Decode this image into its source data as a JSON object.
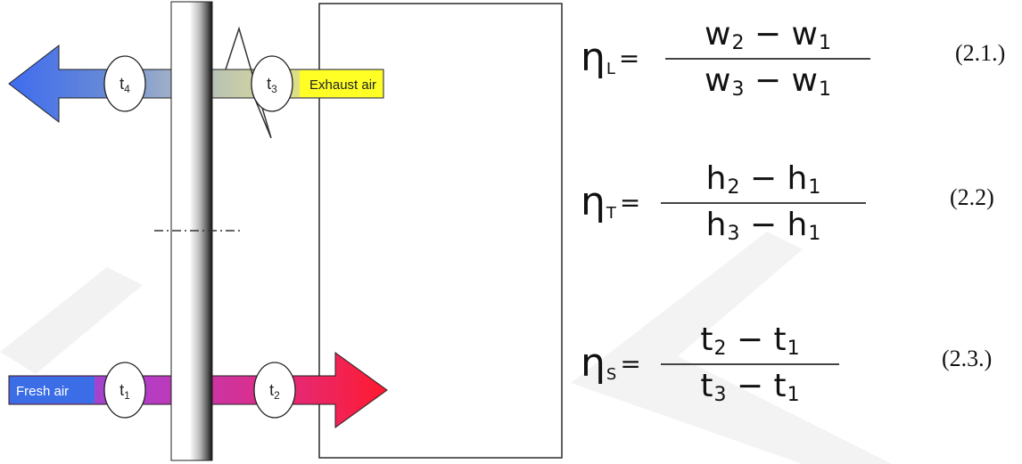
{
  "diagram": {
    "exhaust_label": "Exhaust air",
    "fresh_label": "Fresh air",
    "sensors": {
      "t4": {
        "letter": "t",
        "index": "4"
      },
      "t3": {
        "letter": "t",
        "index": "3"
      },
      "t1": {
        "letter": "t",
        "index": "1"
      },
      "t2": {
        "letter": "t",
        "index": "2"
      }
    },
    "colors": {
      "exhaust_blue": "#3f6cf0",
      "exhaust_label_bg": "#ffff26",
      "fresh_label_bg": "#3b6de6",
      "fresh_red": "#ff1a2e",
      "purple": "#9a40d8"
    }
  },
  "equations": [
    {
      "eta": "η",
      "sub": "L",
      "eq": "=",
      "num_a": "w",
      "num_a_sub": "2",
      "num_op": "−",
      "num_b": "w",
      "num_b_sub": "1",
      "den_a": "w",
      "den_a_sub": "3",
      "den_op": "−",
      "den_b": "w",
      "den_b_sub": "1",
      "number": "(2.1.)"
    },
    {
      "eta": "η",
      "sub": "T",
      "eq": "=",
      "num_a": "h",
      "num_a_sub": "2",
      "num_op": "−",
      "num_b": "h",
      "num_b_sub": "1",
      "den_a": "h",
      "den_a_sub": "3",
      "den_op": "−",
      "den_b": "h",
      "den_b_sub": "1",
      "number": "(2.2)"
    },
    {
      "eta": "η",
      "sub": "S",
      "eq": "=",
      "num_a": "t",
      "num_a_sub": "2",
      "num_op": "−",
      "num_b": "t",
      "num_b_sub": "1",
      "den_a": "t",
      "den_a_sub": "3",
      "den_op": "−",
      "den_b": "t",
      "den_b_sub": "1",
      "number": "(2.3.)"
    }
  ]
}
